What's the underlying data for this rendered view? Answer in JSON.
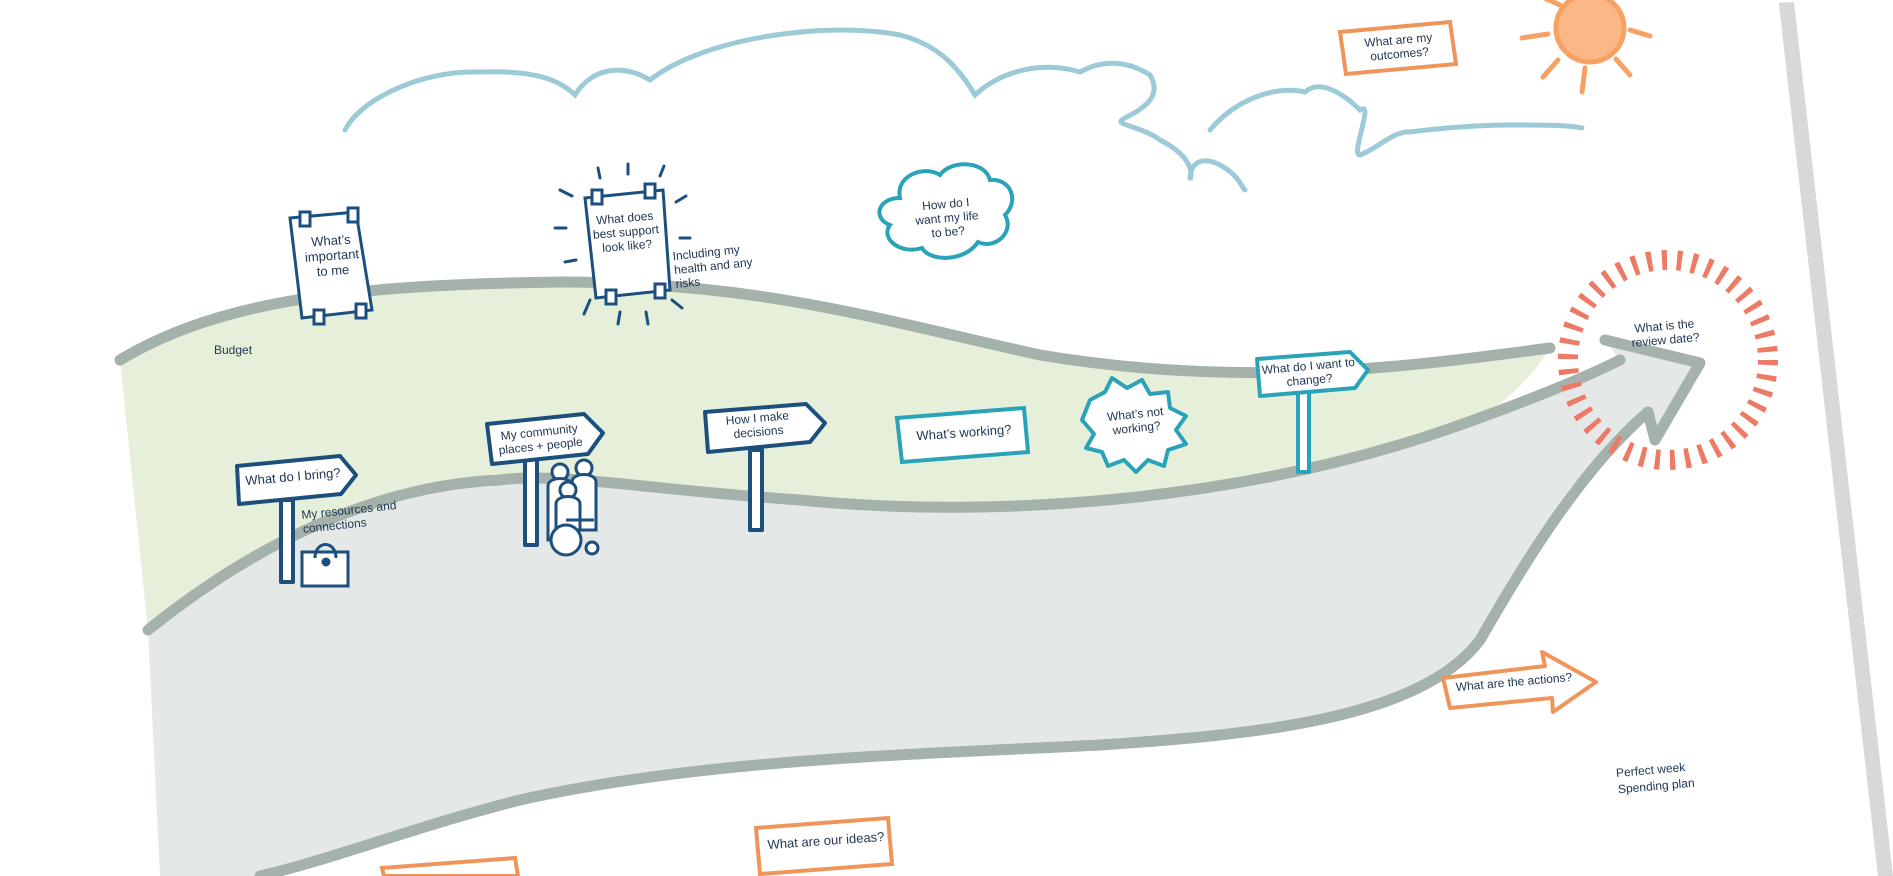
{
  "colors": {
    "navy": "#1d4f7e",
    "teal": "#2aa3b8",
    "sky": "#9ccad6",
    "orange": "#f0955a",
    "sun": "#f7a265",
    "coral": "#ec7a64",
    "green_fill": "#e5efd9",
    "road_fill": "#e4e9e7",
    "road_edge": "#a5b2ab",
    "text": "#1f3550"
  },
  "labels": {
    "important": "What’s important to me",
    "best_support": "What does best support look like?",
    "health_note": "Including my health and any risks",
    "life": "How do I want my life to be?",
    "outcomes": "What are my outcomes?",
    "budget": "Budget",
    "bring": "What do I bring?",
    "resources": "My resources and connections",
    "community": "My community places + people",
    "decisions": "How I make decisions",
    "working": "What’s working?",
    "not_working": "What’s not working?",
    "change": "What do I want to change?",
    "review": "What is the review date?",
    "actions": "What are the actions?",
    "perfect_week": "Perfect week",
    "spending_plan": "Spending plan",
    "ideas": "What are our ideas?"
  },
  "icons": [
    "sun-icon",
    "cloud-icon",
    "signpost-icon",
    "notice-board-icon",
    "people-group-icon",
    "wheelchair-icon",
    "bag-icon",
    "road-arrow-icon",
    "target-ring-icon"
  ]
}
